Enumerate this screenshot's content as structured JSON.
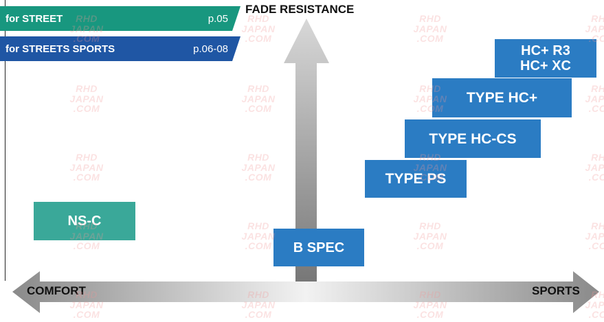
{
  "banners": {
    "street": {
      "label": "for STREET",
      "page": "p.05",
      "color": "#18977f"
    },
    "sports": {
      "label": "for STREETS SPORTS",
      "page": "p.06-08",
      "color": "#1f56a4"
    }
  },
  "axes": {
    "vertical_label": "FADE RESISTANCE",
    "left_label": "COMFORT",
    "right_label": "SPORTS"
  },
  "products": {
    "nsc": "NS-C",
    "bspec": "B SPEC",
    "typeps": "TYPE PS",
    "typehccs": "TYPE HC-CS",
    "typehcplus": "TYPE HC+",
    "hcr3_line1": "HC+ R3",
    "hcr3_line2": "HC+ XC"
  },
  "colors": {
    "blue_box": "#2b7cc3",
    "teal_box": "#3aa899"
  },
  "watermark": [
    "RHD",
    "JAPAN",
    ".COM"
  ]
}
